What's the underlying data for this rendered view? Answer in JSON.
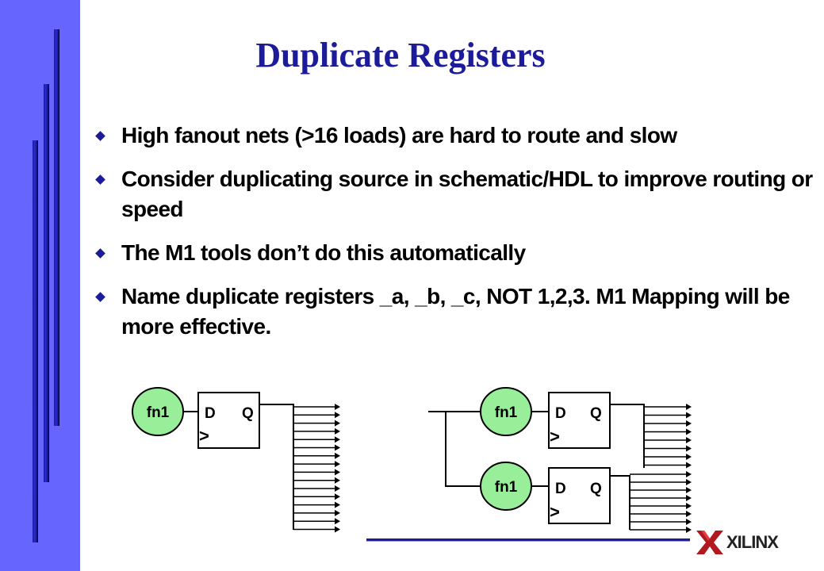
{
  "slide": {
    "title": "Duplicate Registers",
    "bullets": [
      "High fanout nets (>16 loads) are hard to route and slow",
      "Consider duplicating source in schematic/HDL to improve routing or speed",
      "The M1 tools don’t do this automatically",
      "Name duplicate registers _a, _b, _c, NOT 1,2,3. M1 Mapping will be more effective."
    ]
  },
  "diagram": {
    "function_label": "fn1",
    "register_d_label": "D",
    "register_q_label": "Q",
    "clock_symbol": ">",
    "function_fill": "#99ee99",
    "accent_color": "#1c1c9a"
  },
  "logo": {
    "text": "XILINX",
    "icon": "xilinx-x-icon"
  }
}
